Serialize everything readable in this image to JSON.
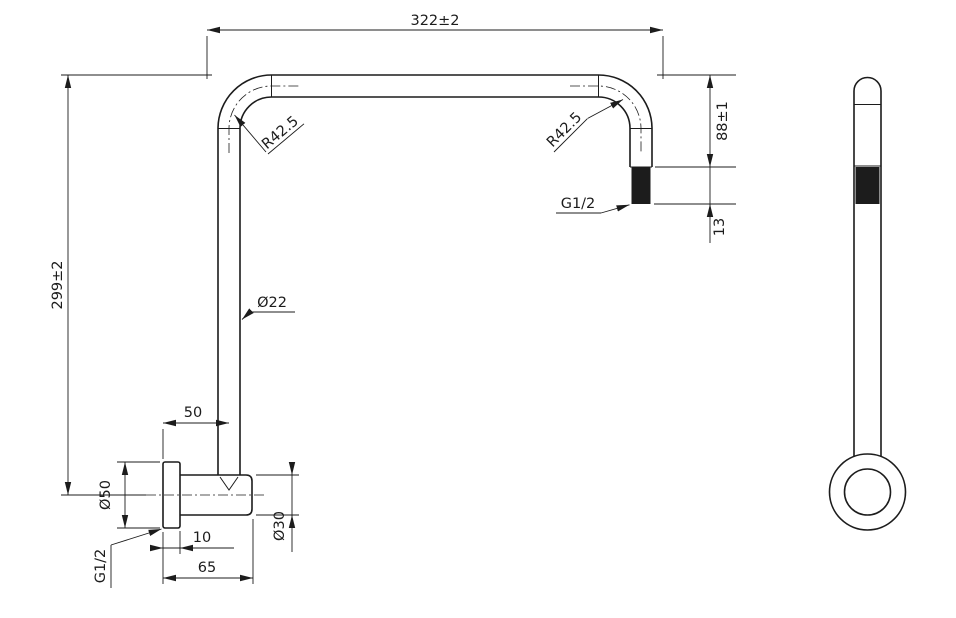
{
  "drawing": {
    "type": "technical-dimension-drawing",
    "line_color": "#1c1c1c",
    "background": "#ffffff",
    "dimensions": {
      "top_width": "322±2",
      "left_height": "299±2",
      "right_drop": "88±1",
      "thread_length": "13",
      "outlet_thread": "G1/2",
      "bend_radius_left": "R42.5",
      "bend_radius_right": "R42.5",
      "pipe_diameter": "Ø22",
      "wall_offset": "50",
      "flange_diameter": "Ø50",
      "inlet_thread": "G1/2",
      "flange_thickness": "10",
      "inlet_length": "65",
      "boss_diameter": "Ø30"
    }
  }
}
